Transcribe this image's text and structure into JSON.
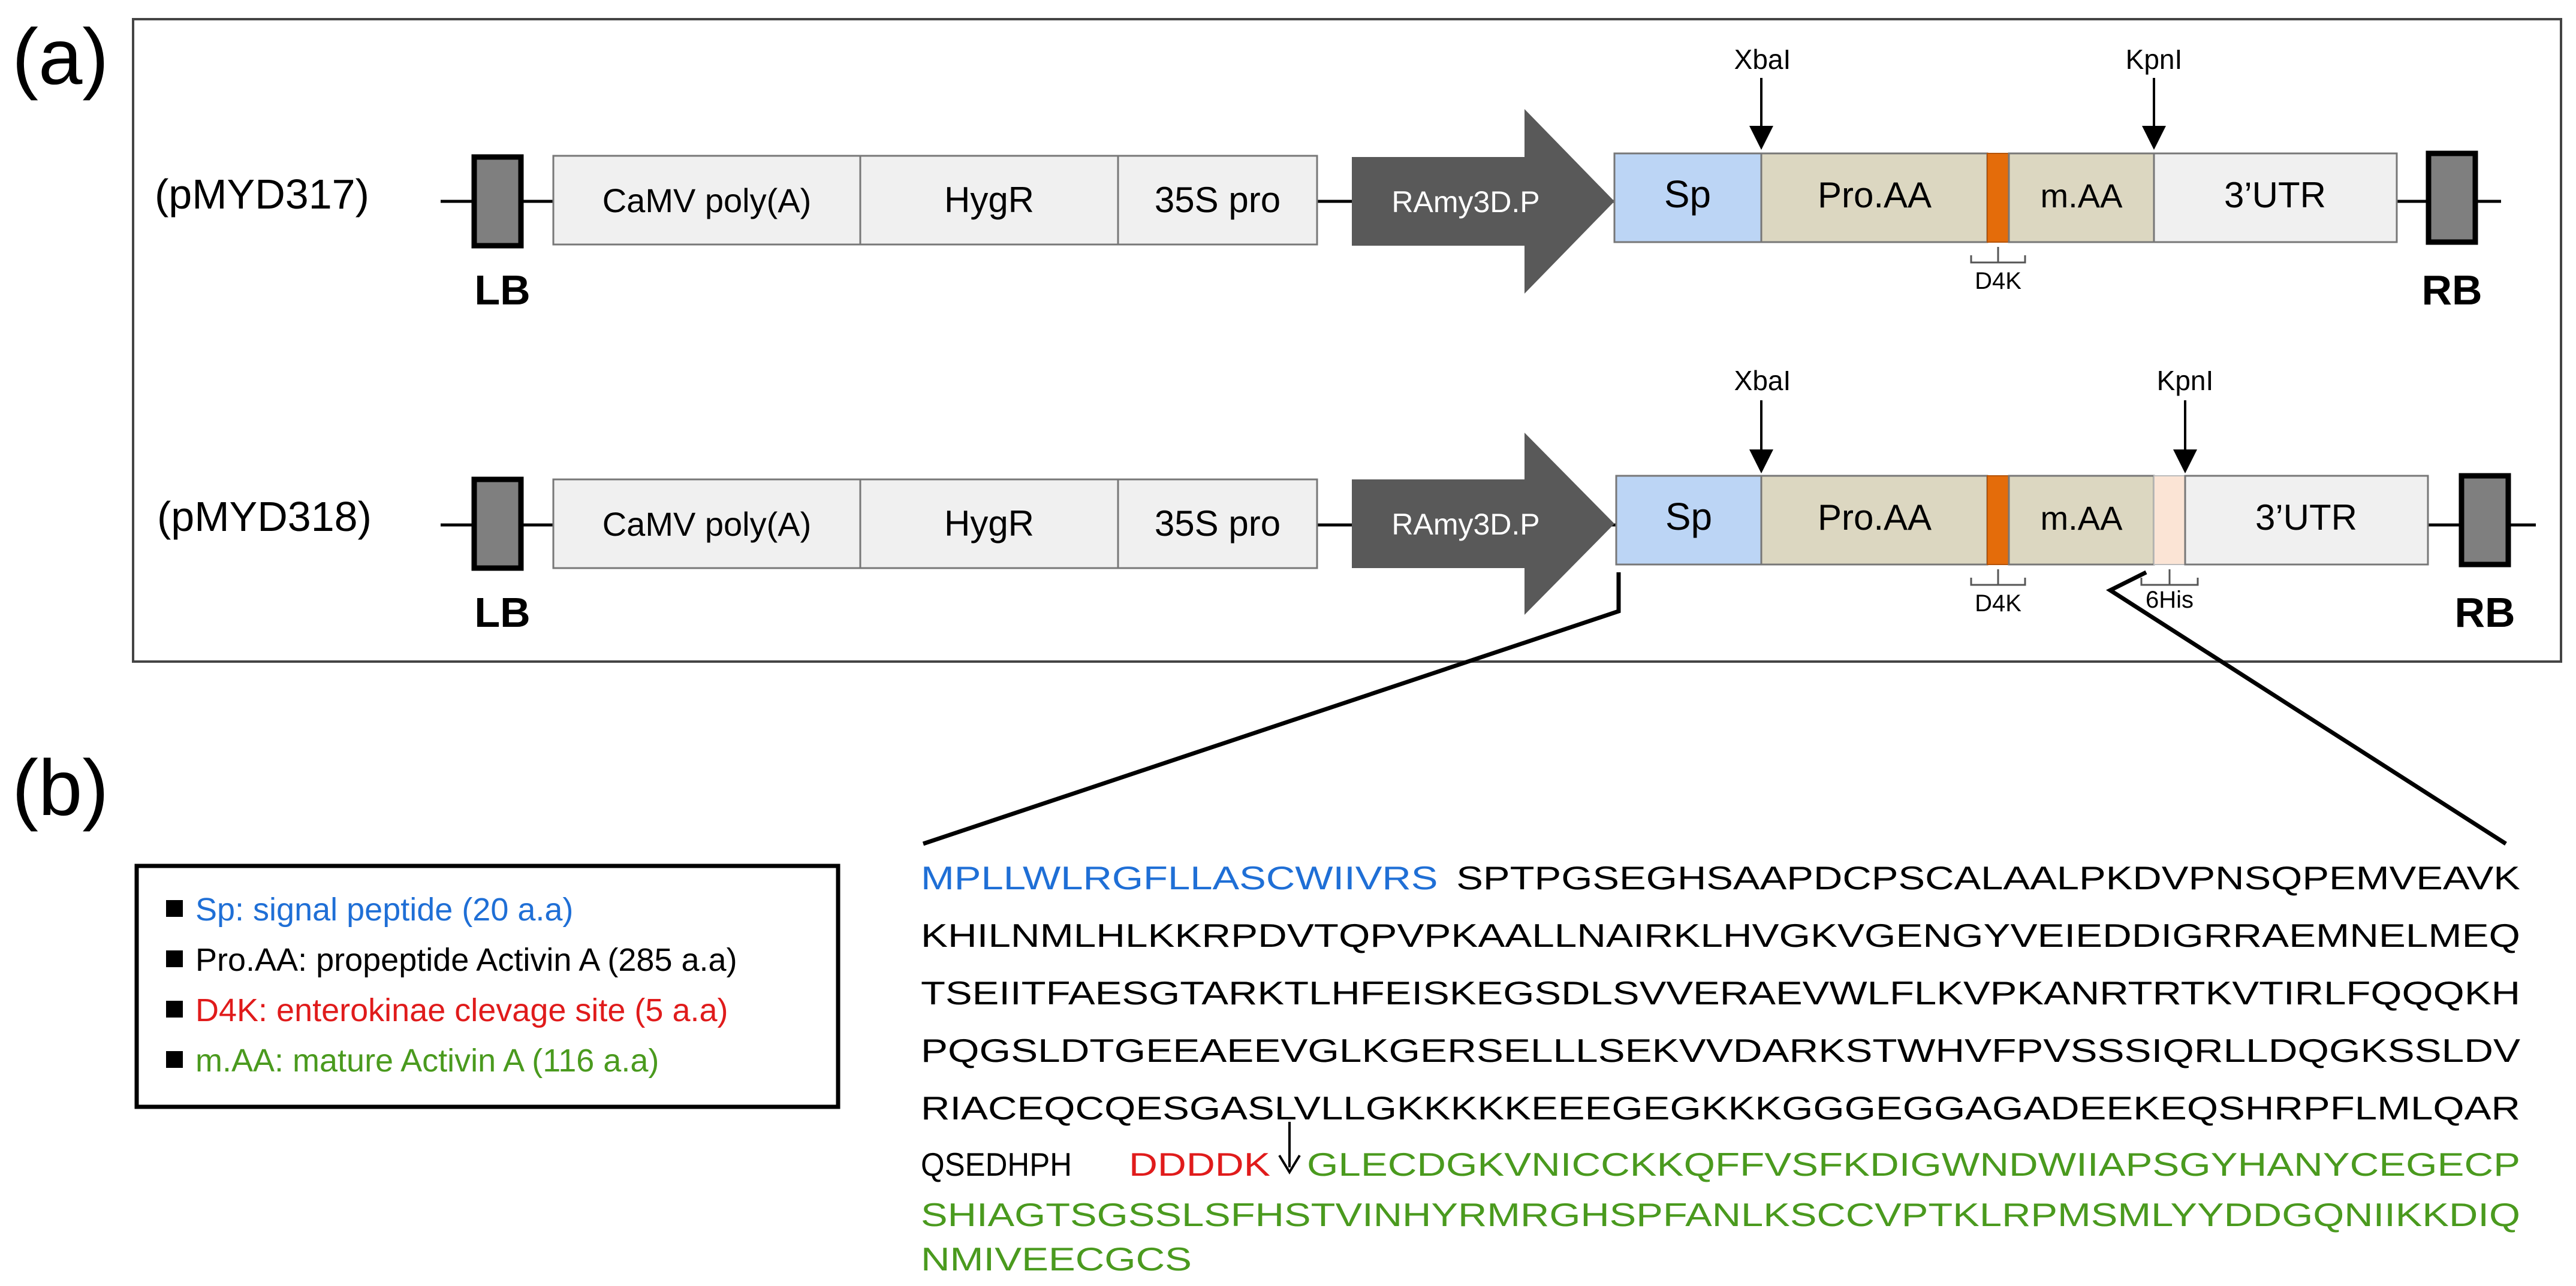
{
  "panel_a": {
    "label": "(a)",
    "constructs": [
      {
        "name": "(pMYD317)",
        "lb": "LB",
        "rb": "RB",
        "segments": [
          "CaMV poly(A)",
          "HygR",
          "35S pro"
        ],
        "promoter": "RAmy3D.P",
        "sp": "Sp",
        "pro": "Pro.AA",
        "maa": "m.AA",
        "utr": "3’UTR",
        "site_left": "XbaI",
        "site_right": "KpnI",
        "d4k": "D4K"
      },
      {
        "name": "(pMYD318)",
        "lb": "LB",
        "rb": "RB",
        "segments": [
          "CaMV poly(A)",
          "HygR",
          "35S pro"
        ],
        "promoter": "RAmy3D.P",
        "sp": "Sp",
        "pro": "Pro.AA",
        "maa": "m.AA",
        "utr": "3’UTR",
        "site_left": "XbaI",
        "site_right": "KpnI",
        "d4k": "D4K",
        "his": "6His"
      }
    ]
  },
  "panel_b": {
    "label": "(b)",
    "legend": [
      {
        "text": "Sp: signal peptide (20 a.a)",
        "color": "#1f6fd6"
      },
      {
        "text": "Pro.AA: propeptide Activin A (285 a.a)",
        "color": "#000000"
      },
      {
        "text": "D4K: enterokinae clevage site (5 a.a)",
        "color": "#e01b1b"
      },
      {
        "text": "m.AA: mature Activin A (116 a.a)",
        "color": "#4a9a1e"
      }
    ],
    "sequence": {
      "line1_signal": "MPLLWLRGFLLASCWIIVRS",
      "line1_rest": "SPTPGSEGHSAAPDCPSCALAALPKDVPNSQPEMVEAVK",
      "line2": "KHILNMLHLKKRPDVTQPVPKAALLNAIRKLHVGKVGENGYVEIEDDIGRRAEMNELMEQ",
      "line3": "TSEIITFAESGTARKTLHFEISKEGSDLSVVERAEVWLFLKVPKANRTRTKVTIRLFQQQKH",
      "line4": "PQGSLDTGEEAEEVGLKGERSELLLSEKVVDARKSTWHVFPVSSSIQRLLDQGKSSLDV",
      "line5": "RIACEQCQESGASLVLLGKKKKKEEEGEGKKKGGGEGGAGADEEKEQSHRPFLMLQAR",
      "line6_pro": "QSEDHPH",
      "line6_d4k": "DDDDK",
      "line6_mature": "GLECDGKVNICCKKQFFVSFKDIGWNDWIIAPSGYHANYCEGECP",
      "line7": "SHIAGTSGSSLSFHSTVINHYRMRGHSPFANLKSCCVPTKLRPMSMLYYDDGQNIIKKDIQ",
      "line8": "NMIVEECGCS"
    }
  },
  "colors": {
    "signal": "#1f6fd6",
    "d4k": "#e01b1b",
    "mature": "#4a9a1e",
    "sp_fill": "#bcd5f5",
    "pro_fill": "#dcd7c1",
    "d4k_fill": "#e46c0a",
    "his_fill": "#fbe4d5",
    "segment_fill": "#f0f0f0",
    "promoter_fill": "#595959",
    "border_fill": "#7f7f7f"
  }
}
